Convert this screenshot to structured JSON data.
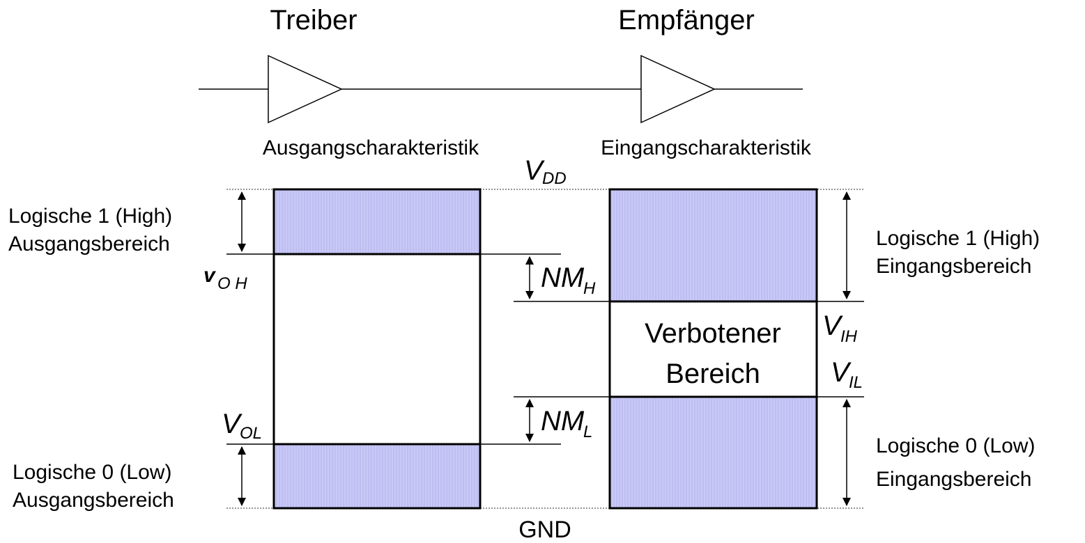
{
  "driver": {
    "title": "Treiber",
    "characteristic": "Ausgangscharakteristik"
  },
  "receiver": {
    "title": "Empfänger",
    "characteristic": "Eingangscharakteristik"
  },
  "supply": {
    "vdd_main": "V",
    "vdd_sub": "DD",
    "gnd": "GND"
  },
  "output_ranges": {
    "high_line1": "Logische 1 (High)",
    "high_line2": "Ausgangsbereich",
    "low_line1": "Logische 0 (Low)",
    "low_line2": "Ausgangsbereich",
    "voh_main": "v",
    "voh_sub": "O H",
    "vol_main": "V",
    "vol_sub": "OL"
  },
  "noise_margins": {
    "nmh_main": "NM",
    "nmh_sub": "H",
    "nml_main": "NM",
    "nml_sub": "L"
  },
  "input_ranges": {
    "high_line1": "Logische 1 (High)",
    "high_line2": "Eingangsbereich",
    "forbidden_line1": "Verbotener",
    "forbidden_line2": "Bereich",
    "low_line1": "Logische 0 (Low)",
    "low_line2": "Eingangsbereich",
    "vih_main": "V",
    "vih_sub": "IH",
    "vil_main": "V",
    "vil_sub": "IL"
  },
  "colors": {
    "fill": "#c8c8f8",
    "hatch": "#b4b4ee"
  }
}
